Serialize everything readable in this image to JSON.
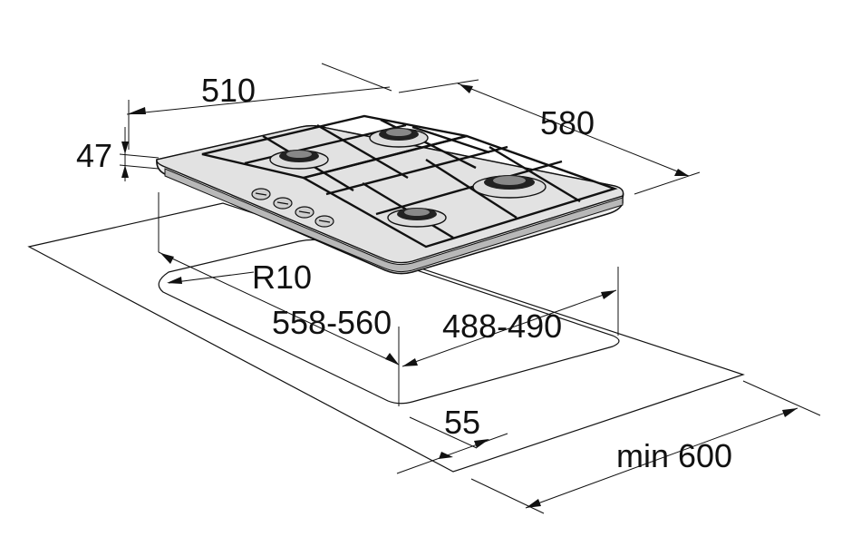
{
  "dimensions": {
    "width_top": "510",
    "depth_top": "580",
    "height": "47",
    "corner_radius": "R10",
    "cutout_width": "558-560",
    "cutout_depth": "488-490",
    "edge_offset": "55",
    "min_worktop": "min 600"
  }
}
